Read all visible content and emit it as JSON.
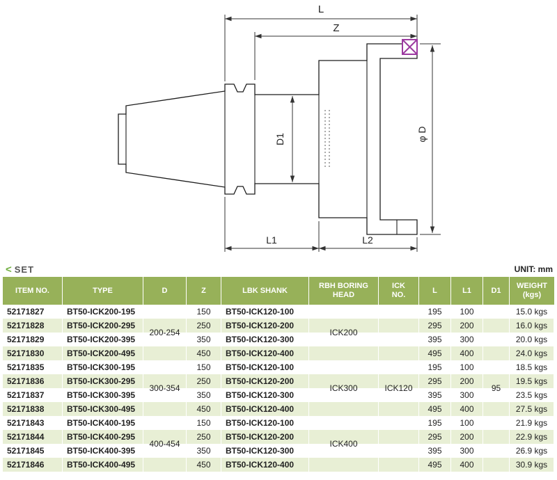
{
  "unit_label": "UNIT: mm",
  "set": {
    "chevron": "<",
    "label": "SET"
  },
  "diagram": {
    "labels": {
      "L": "L",
      "Z": "Z",
      "D1": "D1",
      "phiD": "φ D",
      "L1": "L1",
      "L2": "L2"
    },
    "accent_color": "#9c3aa0"
  },
  "table": {
    "headers": [
      "ITEM NO.",
      "TYPE",
      "D",
      "Z",
      "LBK SHANK",
      "RBH BORING\nHEAD",
      "ICK\nNO.",
      "L",
      "L1",
      "D1",
      "WEIGHT\n(kgs)"
    ],
    "colors": {
      "header_bg": "#97b159",
      "stripe": "#e8efd5"
    },
    "rows": [
      {
        "item": "52171827",
        "type": "BT50-ICK200-195",
        "z": "150",
        "lbk": "BT50-ICK120-100",
        "l": "195",
        "l1": "100",
        "weight": "15.0 kgs"
      },
      {
        "item": "52171828",
        "type": "BT50-ICK200-295",
        "z": "250",
        "lbk": "BT50-ICK120-200",
        "l": "295",
        "l1": "200",
        "weight": "16.0 kgs"
      },
      {
        "item": "52171829",
        "type": "BT50-ICK200-395",
        "z": "350",
        "lbk": "BT50-ICK120-300",
        "l": "395",
        "l1": "300",
        "weight": "20.0 kgs"
      },
      {
        "item": "52171830",
        "type": "BT50-ICK200-495",
        "z": "450",
        "lbk": "BT50-ICK120-400",
        "l": "495",
        "l1": "400",
        "weight": "24.0 kgs"
      },
      {
        "item": "52171835",
        "type": "BT50-ICK300-195",
        "z": "150",
        "lbk": "BT50-ICK120-100",
        "l": "195",
        "l1": "100",
        "weight": "18.5 kgs"
      },
      {
        "item": "52171836",
        "type": "BT50-ICK300-295",
        "z": "250",
        "lbk": "BT50-ICK120-200",
        "l": "295",
        "l1": "200",
        "weight": "19.5 kgs"
      },
      {
        "item": "52171837",
        "type": "BT50-ICK300-395",
        "z": "350",
        "lbk": "BT50-ICK120-300",
        "l": "395",
        "l1": "300",
        "weight": "23.5 kgs"
      },
      {
        "item": "52171838",
        "type": "BT50-ICK300-495",
        "z": "450",
        "lbk": "BT50-ICK120-400",
        "l": "495",
        "l1": "400",
        "weight": "27.5 kgs"
      },
      {
        "item": "52171843",
        "type": "BT50-ICK400-195",
        "z": "150",
        "lbk": "BT50-ICK120-100",
        "l": "195",
        "l1": "100",
        "weight": "21.9 kgs"
      },
      {
        "item": "52171844",
        "type": "BT50-ICK400-295",
        "z": "250",
        "lbk": "BT50-ICK120-200",
        "l": "295",
        "l1": "200",
        "weight": "22.9 kgs"
      },
      {
        "item": "52171845",
        "type": "BT50-ICK400-395",
        "z": "350",
        "lbk": "BT50-ICK120-300",
        "l": "395",
        "l1": "300",
        "weight": "26.9 kgs"
      },
      {
        "item": "52171846",
        "type": "BT50-ICK400-495",
        "z": "450",
        "lbk": "BT50-ICK120-400",
        "l": "495",
        "l1": "400",
        "weight": "30.9 kgs"
      }
    ],
    "merged": {
      "d": [
        {
          "value": "200-254",
          "start": 0,
          "span": 4
        },
        {
          "value": "300-354",
          "start": 4,
          "span": 4
        },
        {
          "value": "400-454",
          "start": 8,
          "span": 4
        }
      ],
      "rbh": [
        {
          "value": "ICK200",
          "start": 0,
          "span": 4
        },
        {
          "value": "ICK300",
          "start": 4,
          "span": 4
        },
        {
          "value": "ICK400",
          "start": 8,
          "span": 4
        }
      ],
      "ick": [
        {
          "value": "ICK120",
          "start": 0,
          "span": 12
        }
      ],
      "d1": [
        {
          "value": "95",
          "start": 0,
          "span": 12
        }
      ]
    }
  }
}
